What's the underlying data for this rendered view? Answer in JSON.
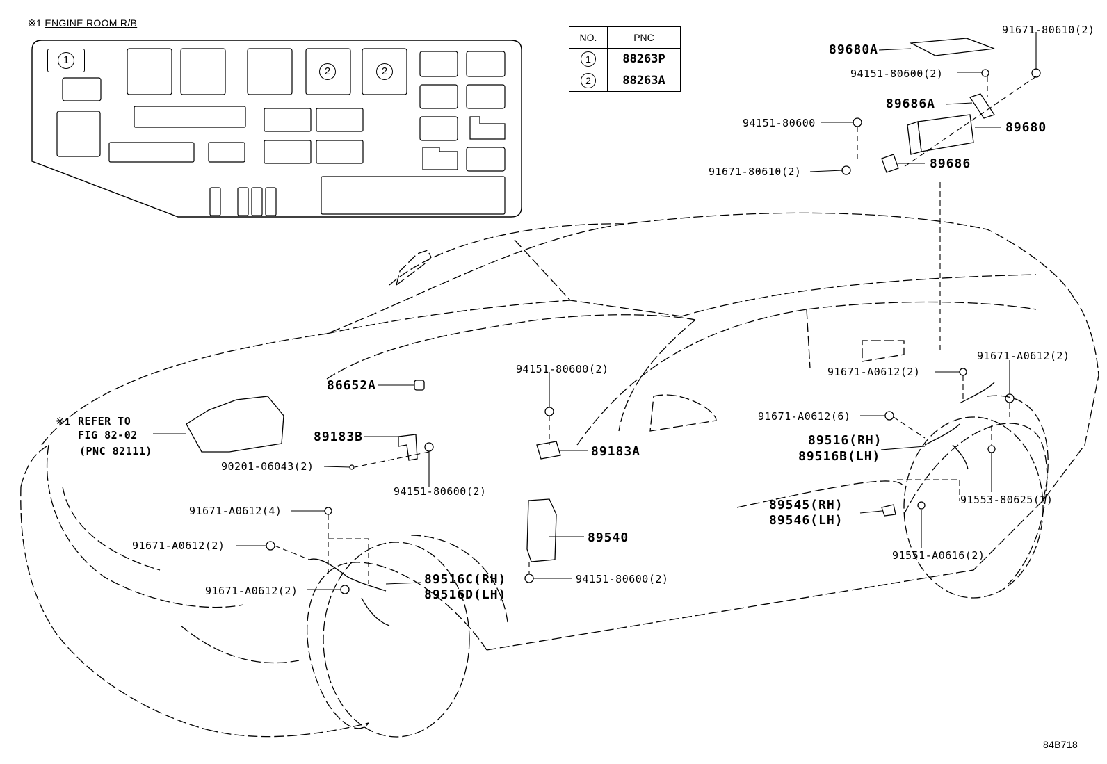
{
  "header": {
    "note_mark": "※1",
    "note_text": "ENGINE ROOM R/B"
  },
  "relay_box": {
    "slot_1": "1",
    "slot_2a": "2",
    "slot_2b": "2"
  },
  "pnc_table": {
    "col_no": "NO.",
    "col_pnc": "PNC",
    "rows": [
      {
        "no": "1",
        "pnc": "88263P"
      },
      {
        "no": "2",
        "pnc": "88263A"
      }
    ]
  },
  "refer_note": {
    "mark": "※1",
    "line1": "REFER TO",
    "line2": "FIG 82-02",
    "line3": "(PNC 82111)"
  },
  "labels": {
    "p89680A": "89680A",
    "p91671_80610_top": "91671-80610(2)",
    "p94151_80600_top": "94151-80600(2)",
    "p89686A": "89686A",
    "p94151_80600_left": "94151-80600",
    "p89680": "89680",
    "p91671_80610_left": "91671-80610(2)",
    "p89686": "89686",
    "p94151_80600_mid": "94151-80600(2)",
    "p86652A": "86652A",
    "p89183B": "89183B",
    "p89183A": "89183A",
    "p90201": "90201-06043(2)",
    "p94151_80600_lower": "94151-80600(2)",
    "p91671_A0612_4": "91671-A0612(4)",
    "p91671_A0612_2_a": "91671-A0612(2)",
    "p91671_A0612_2_b": "91671-A0612(2)",
    "p89516C": "89516C(RH)",
    "p89516D": "89516D(LH)",
    "p89540": "89540",
    "p94151_80600_bottom": "94151-80600(2)",
    "p91671_A0612_2_c": "91671-A0612(2)",
    "p91671_A0612_2_d": "91671-A0612(2)",
    "p91671_A0612_6": "91671-A0612(6)",
    "p89516RH": "89516(RH)",
    "p89516BLH": "89516B(LH)",
    "p89545": "89545(RH)",
    "p89546": "89546(LH)",
    "p91553": "91553-80625(2)",
    "p91551": "91551-A0616(2)"
  },
  "footer": {
    "figure_code": "84B718"
  }
}
